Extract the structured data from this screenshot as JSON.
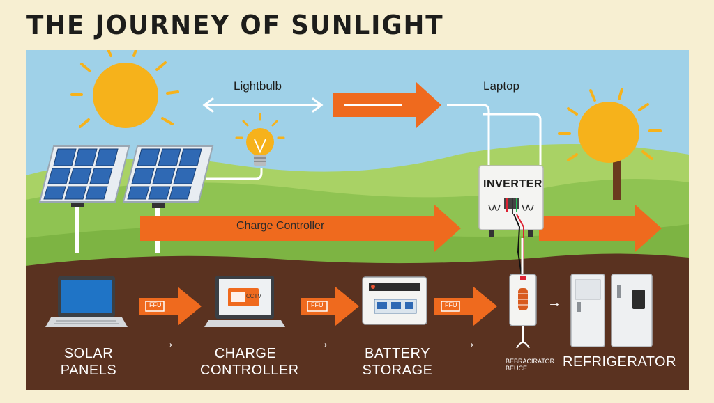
{
  "title": "THE JOURNEY OF SUNLIGHT",
  "labels": {
    "lightbulb": "Lightbulb",
    "laptop": "Laptop",
    "charge_controller_arrow": "Charge Controller",
    "inverter": "INVERTER",
    "solar_panels_line1": "SOLAR",
    "solar_panels_line2": "PANELS",
    "charge_controller_line1": "CHARGE",
    "charge_controller_line2": "CONTROLLER",
    "battery_line1": "BATTERY",
    "battery_line2": "STORAGE",
    "device_line1": "BEBRACIRATOR",
    "device_line2": "BEUCE",
    "refrigerator": "REFRIGERATOR",
    "arrow": "→",
    "arrow_text_1": "FFU",
    "arrow_text_2": "FFU",
    "arrow_text_3": "FFU",
    "cc_screen": "CCTV"
  },
  "colors": {
    "sky": "#9fd1e8",
    "grass": "#8fc352",
    "soil": "#5a3220",
    "sun": "#f6b21b",
    "arrow_orange": "#ef6a1e",
    "panel_blue": "#2f69b4"
  }
}
